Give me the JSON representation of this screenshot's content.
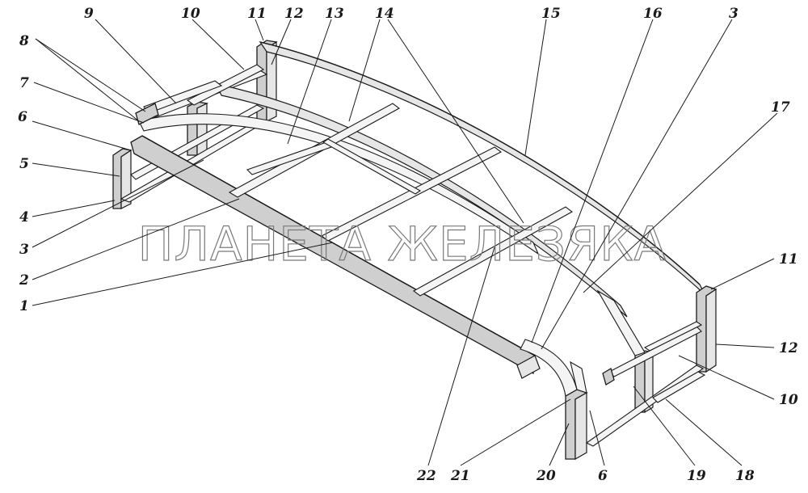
{
  "watermark": "ПЛАНЕТА ЖЕЛЕЗЯКА",
  "callouts": {
    "c1": "1",
    "c2": "2",
    "c3_left": "3",
    "c3_top": "3",
    "c4": "4",
    "c5": "5",
    "c6_left": "6",
    "c6_bottom": "6",
    "c7": "7",
    "c8": "8",
    "c9": "9",
    "c10_top": "10",
    "c10_right": "10",
    "c11_top": "11",
    "c11_right": "11",
    "c12_top": "12",
    "c12_right": "12",
    "c13": "13",
    "c14": "14",
    "c15": "15",
    "c16": "16",
    "c17": "17",
    "c18": "18",
    "c19": "19",
    "c20": "20",
    "c21": "21",
    "c22": "22"
  }
}
